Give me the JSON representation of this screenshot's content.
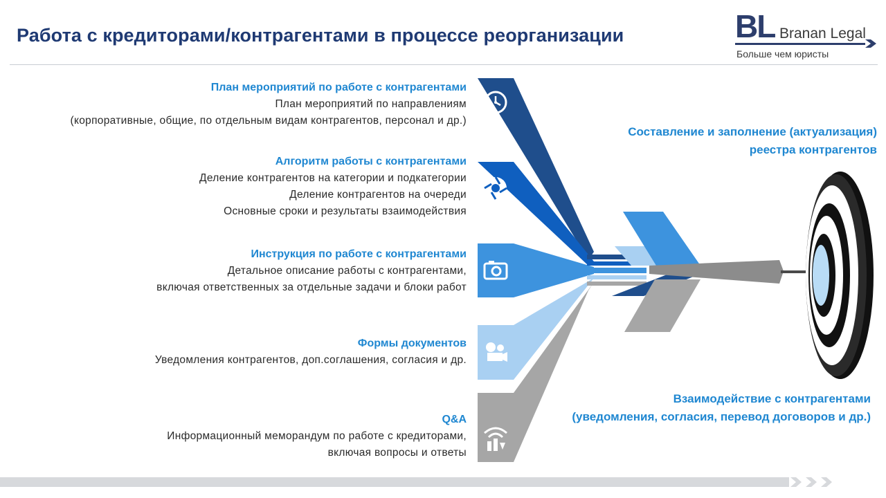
{
  "header": {
    "title": "Работа с кредиторами/контрагентами в процессе реорганизации"
  },
  "logo": {
    "mark": "BL",
    "name": "Branan Legal",
    "tagline": "Больше чем юристы"
  },
  "blocks": [
    {
      "heading": "План мероприятий по работе с контрагентами",
      "lines": [
        "План мероприятий по направлениям",
        "(корпоративные, общие, по отдельным видам контрагентов, персонал и др.)"
      ],
      "icon": "clock-icon",
      "color": "#1f4e8c"
    },
    {
      "heading": "Алгоритм работы с контрагентами",
      "lines": [
        "Деление контрагентов на категории и подкатегории",
        "Деление контрагентов на очереди",
        "Основные сроки и результаты взаимодействия"
      ],
      "icon": "aperture-icon",
      "color": "#0f5fbf"
    },
    {
      "heading": "Инструкция по работе с контрагентами",
      "lines": [
        "Детальное описание работы с контрагентами,",
        "включая ответственных за отдельные задачи и блоки работ"
      ],
      "icon": "camera-icon",
      "color": "#3d93de"
    },
    {
      "heading": "Формы документов",
      "lines": [
        "Уведомления контрагентов, доп.соглашения, согласия и др."
      ],
      "icon": "film-camera-icon",
      "color": "#a9d0f2"
    },
    {
      "heading": "Q&A",
      "lines": [
        "Информационный меморандум по работе с кредиторами,",
        "включая вопросы и ответы"
      ],
      "icon": "signal-download-icon",
      "color": "#a6a6a6"
    }
  ],
  "right_labels": {
    "top": [
      "Составление и заполнение (актуализация)",
      "реестра контрагентов"
    ],
    "bottom": [
      "Взаимодействие с контрагентами",
      "(уведомления, согласия, перевод договоров и др.)"
    ]
  },
  "colors": {
    "accent": "#1f87d1",
    "title": "#1f3a73",
    "dark_blue": "#1f4e8c",
    "grey": "#a6a6a6"
  }
}
